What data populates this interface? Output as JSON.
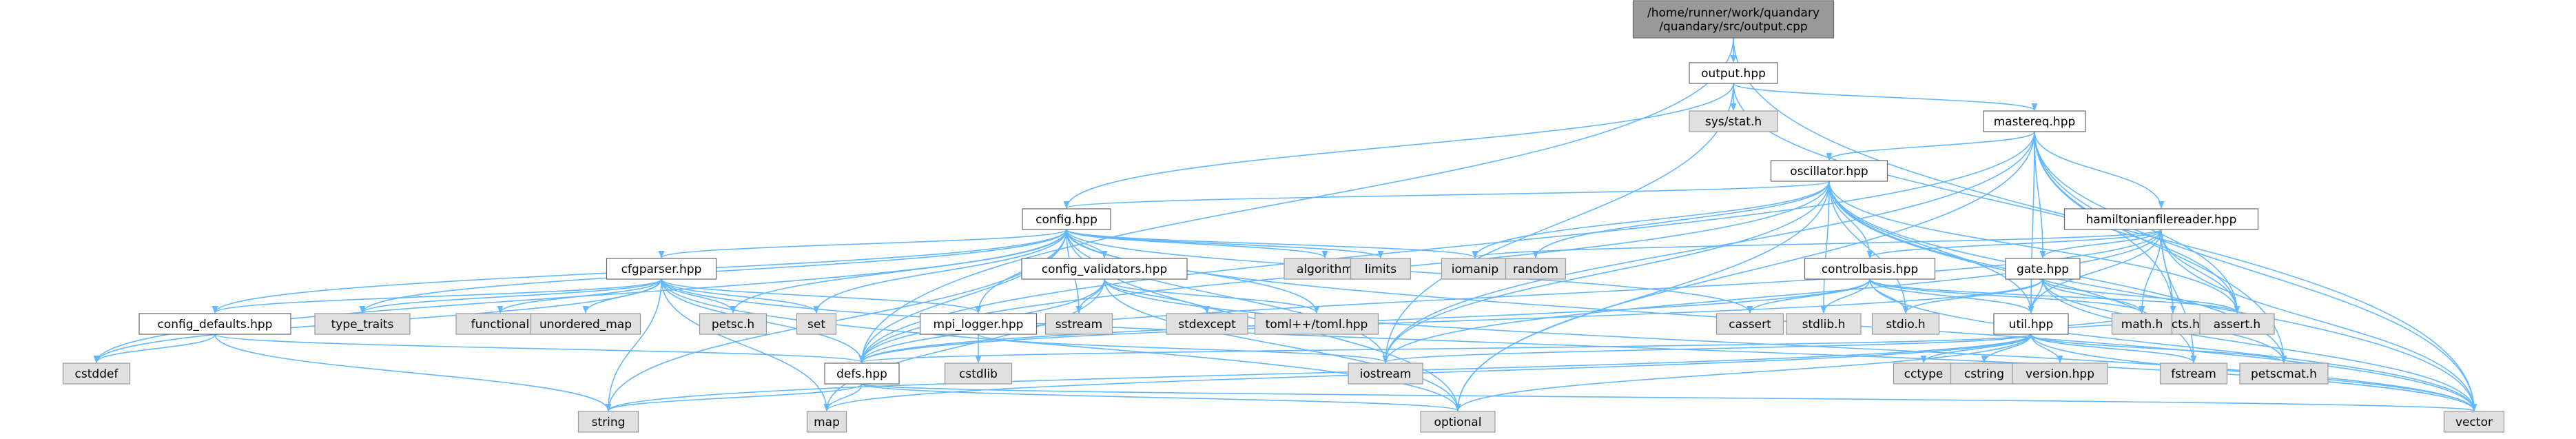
{
  "graph": {
    "title": "",
    "colors": {
      "edge": "#63b8ff",
      "root_fill": "#999999",
      "node_fill": "#ffffff",
      "node_border": "#666666",
      "system_fill": "#e0e0e0",
      "system_border": "#999999",
      "text": "#000000"
    },
    "nodes": [
      {
        "id": "root",
        "label": "/home/runner/work/quandary\n/quandary/src/output.cpp",
        "kind": "root"
      },
      {
        "id": "output_hpp",
        "label": "output.hpp",
        "kind": "project"
      },
      {
        "id": "sys_stat",
        "label": "sys/stat.h",
        "kind": "system"
      },
      {
        "id": "mastereq",
        "label": "mastereq.hpp",
        "kind": "project"
      },
      {
        "id": "oscillator",
        "label": "oscillator.hpp",
        "kind": "project"
      },
      {
        "id": "config",
        "label": "config.hpp",
        "kind": "project"
      },
      {
        "id": "hamreader",
        "label": "hamiltonianfilereader.hpp",
        "kind": "project"
      },
      {
        "id": "algorithm",
        "label": "algorithm",
        "kind": "system"
      },
      {
        "id": "limits",
        "label": "limits",
        "kind": "system"
      },
      {
        "id": "iomanip",
        "label": "iomanip",
        "kind": "system"
      },
      {
        "id": "random",
        "label": "random",
        "kind": "system"
      },
      {
        "id": "gate",
        "label": "gate.hpp",
        "kind": "project"
      },
      {
        "id": "cfgparser",
        "label": "cfgparser.hpp",
        "kind": "project"
      },
      {
        "id": "config_validators",
        "label": "config_validators.hpp",
        "kind": "project"
      },
      {
        "id": "controlbasis",
        "label": "controlbasis.hpp",
        "kind": "project"
      },
      {
        "id": "petscts",
        "label": "petscts.h",
        "kind": "system"
      },
      {
        "id": "config_defaults",
        "label": "config_defaults.hpp",
        "kind": "project"
      },
      {
        "id": "type_traits",
        "label": "type_traits",
        "kind": "system"
      },
      {
        "id": "functional",
        "label": "functional",
        "kind": "system"
      },
      {
        "id": "unordered_map",
        "label": "unordered_map",
        "kind": "system"
      },
      {
        "id": "petscsys",
        "label": "petsc.h",
        "kind": "system"
      },
      {
        "id": "set",
        "label": "set",
        "kind": "system"
      },
      {
        "id": "mpi_logger",
        "label": "mpi_logger.hpp",
        "kind": "project"
      },
      {
        "id": "sstream",
        "label": "sstream",
        "kind": "system"
      },
      {
        "id": "stdexcept",
        "label": "stdexcept",
        "kind": "system"
      },
      {
        "id": "toml",
        "label": "toml++/toml.hpp",
        "kind": "system"
      },
      {
        "id": "cassert",
        "label": "cassert",
        "kind": "system"
      },
      {
        "id": "stdlib",
        "label": "stdlib.h",
        "kind": "system"
      },
      {
        "id": "stdio",
        "label": "stdio.h",
        "kind": "system"
      },
      {
        "id": "util",
        "label": "util.hpp",
        "kind": "project"
      },
      {
        "id": "math",
        "label": "math.h",
        "kind": "system"
      },
      {
        "id": "assert",
        "label": "assert.h",
        "kind": "system"
      },
      {
        "id": "cstddef",
        "label": "cstddef",
        "kind": "system"
      },
      {
        "id": "cstdlib",
        "label": "cstdlib",
        "kind": "system"
      },
      {
        "id": "defs",
        "label": "defs.hpp",
        "kind": "project"
      },
      {
        "id": "iostream",
        "label": "iostream",
        "kind": "system"
      },
      {
        "id": "cctype",
        "label": "cctype",
        "kind": "system"
      },
      {
        "id": "cstring",
        "label": "cstring",
        "kind": "system"
      },
      {
        "id": "version",
        "label": "version.hpp",
        "kind": "system"
      },
      {
        "id": "fstream",
        "label": "fstream",
        "kind": "system"
      },
      {
        "id": "petscmat",
        "label": "petscmat.h",
        "kind": "system"
      },
      {
        "id": "string",
        "label": "string",
        "kind": "system"
      },
      {
        "id": "map",
        "label": "map",
        "kind": "system"
      },
      {
        "id": "optional",
        "label": "optional",
        "kind": "system"
      },
      {
        "id": "vector",
        "label": "vector",
        "kind": "system"
      }
    ],
    "edges": [
      [
        "root",
        "output_hpp"
      ],
      [
        "root",
        "defs"
      ],
      [
        "root",
        "vector"
      ],
      [
        "output_hpp",
        "sys_stat"
      ],
      [
        "output_hpp",
        "mastereq"
      ],
      [
        "output_hpp",
        "config"
      ],
      [
        "output_hpp",
        "iostream"
      ],
      [
        "output_hpp",
        "assert"
      ],
      [
        "mastereq",
        "oscillator"
      ],
      [
        "mastereq",
        "hamreader"
      ],
      [
        "mastereq",
        "gate"
      ],
      [
        "mastereq",
        "util"
      ],
      [
        "mastereq",
        "defs"
      ],
      [
        "mastereq",
        "iostream"
      ],
      [
        "mastereq",
        "optional"
      ],
      [
        "mastereq",
        "petscts"
      ],
      [
        "mastereq",
        "petscmat"
      ],
      [
        "mastereq",
        "vector"
      ],
      [
        "mastereq",
        "assert"
      ],
      [
        "oscillator",
        "config"
      ],
      [
        "oscillator",
        "controlbasis"
      ],
      [
        "oscillator",
        "util"
      ],
      [
        "oscillator",
        "defs"
      ],
      [
        "oscillator",
        "iomanip"
      ],
      [
        "oscillator",
        "random"
      ],
      [
        "oscillator",
        "stdlib"
      ],
      [
        "oscillator",
        "stdio"
      ],
      [
        "oscillator",
        "iostream"
      ],
      [
        "oscillator",
        "fstream"
      ],
      [
        "oscillator",
        "petscmat"
      ],
      [
        "oscillator",
        "vector"
      ],
      [
        "oscillator",
        "assert"
      ],
      [
        "oscillator",
        "optional"
      ],
      [
        "config",
        "algorithm"
      ],
      [
        "config",
        "limits"
      ],
      [
        "config",
        "iomanip"
      ],
      [
        "config",
        "cfgparser"
      ],
      [
        "config",
        "config_validators"
      ],
      [
        "config",
        "config_defaults"
      ],
      [
        "config",
        "mpi_logger"
      ],
      [
        "config",
        "defs"
      ],
      [
        "config",
        "petscsys"
      ],
      [
        "config",
        "set"
      ],
      [
        "config",
        "sstream"
      ],
      [
        "config",
        "toml"
      ],
      [
        "config",
        "cassert"
      ],
      [
        "config",
        "type_traits"
      ],
      [
        "config",
        "cstddef"
      ],
      [
        "config",
        "string"
      ],
      [
        "config",
        "iostream"
      ],
      [
        "config",
        "vector"
      ],
      [
        "config",
        "optional"
      ],
      [
        "hamreader",
        "controlbasis"
      ],
      [
        "hamreader",
        "gate"
      ],
      [
        "hamreader",
        "util"
      ],
      [
        "hamreader",
        "defs"
      ],
      [
        "hamreader",
        "petscts"
      ],
      [
        "hamreader",
        "iomanip"
      ],
      [
        "hamreader",
        "math"
      ],
      [
        "hamreader",
        "assert"
      ],
      [
        "hamreader",
        "fstream"
      ],
      [
        "hamreader",
        "iostream"
      ],
      [
        "hamreader",
        "vector"
      ],
      [
        "gate",
        "util"
      ],
      [
        "gate",
        "defs"
      ],
      [
        "gate",
        "math"
      ],
      [
        "gate",
        "stdio"
      ],
      [
        "gate",
        "assert"
      ],
      [
        "gate",
        "petscmat"
      ],
      [
        "gate",
        "vector"
      ],
      [
        "cfgparser",
        "config_defaults"
      ],
      [
        "cfgparser",
        "defs"
      ],
      [
        "cfgparser",
        "functional"
      ],
      [
        "cfgparser",
        "unordered_map"
      ],
      [
        "cfgparser",
        "petscsys"
      ],
      [
        "cfgparser",
        "set"
      ],
      [
        "cfgparser",
        "type_traits"
      ],
      [
        "cfgparser",
        "mpi_logger"
      ],
      [
        "cfgparser",
        "string"
      ],
      [
        "cfgparser",
        "map"
      ],
      [
        "cfgparser",
        "optional"
      ],
      [
        "cfgparser",
        "vector"
      ],
      [
        "cfgparser",
        "cstddef"
      ],
      [
        "config_validators",
        "sstream"
      ],
      [
        "config_validators",
        "stdexcept"
      ],
      [
        "config_validators",
        "toml"
      ],
      [
        "config_validators",
        "defs"
      ],
      [
        "config_validators",
        "map"
      ],
      [
        "config_validators",
        "optional"
      ],
      [
        "config_validators",
        "vector"
      ],
      [
        "controlbasis",
        "util"
      ],
      [
        "controlbasis",
        "defs"
      ],
      [
        "controlbasis",
        "cassert"
      ],
      [
        "controlbasis",
        "stdlib"
      ],
      [
        "controlbasis",
        "stdio"
      ],
      [
        "controlbasis",
        "math"
      ],
      [
        "controlbasis",
        "assert"
      ],
      [
        "controlbasis",
        "vector"
      ],
      [
        "config_defaults",
        "cstddef"
      ],
      [
        "config_defaults",
        "defs"
      ],
      [
        "config_defaults",
        "string"
      ],
      [
        "mpi_logger",
        "cstdlib"
      ],
      [
        "mpi_logger",
        "iostream"
      ],
      [
        "util",
        "defs"
      ],
      [
        "util",
        "cctype"
      ],
      [
        "util",
        "cstring"
      ],
      [
        "util",
        "version"
      ],
      [
        "util",
        "fstream"
      ],
      [
        "util",
        "petscmat"
      ],
      [
        "util",
        "iostream"
      ],
      [
        "util",
        "string"
      ],
      [
        "util",
        "vector"
      ],
      [
        "util",
        "optional"
      ],
      [
        "util",
        "map"
      ],
      [
        "util",
        "assert"
      ],
      [
        "util",
        "math"
      ],
      [
        "defs",
        "string"
      ],
      [
        "defs",
        "map"
      ],
      [
        "defs",
        "optional"
      ],
      [
        "defs",
        "vector"
      ]
    ]
  }
}
